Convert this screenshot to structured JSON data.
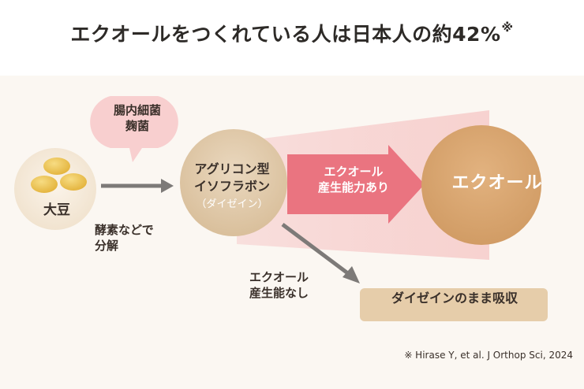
{
  "title": {
    "text": "エクオールをつくれている人は日本人の約42%",
    "mark": "※"
  },
  "nodes": {
    "soy": "大豆",
    "bacteria": [
      "腸内細菌",
      "麹菌"
    ],
    "enzyme": [
      "酵素などで",
      "分解"
    ],
    "isoflavone": [
      "アグリコン型",
      "イソフラボン"
    ],
    "isoflavone_sub": "（ダイゼイン）",
    "producer": [
      "エクオール",
      "産生能力あり"
    ],
    "equol": "エクオール",
    "nonproducer": [
      "エクオール",
      "産生能なし"
    ],
    "absorb": "ダイゼインのまま吸収"
  },
  "citation": "※  Hirase Y, et al. J Orthop Sci, 2024",
  "colors": {
    "panel": "#fbf7f2",
    "soy_circle": "#f5eadb",
    "bean": "#eec24a",
    "bacteria_bubble": "#f8cfcf",
    "isoflavone_circle": "#e2ccae",
    "producer_arrow": "#ea7480",
    "equol_circle": "#d9a772",
    "gray_arrow": "#7d7a78",
    "absorb_box": "#e6cdaa"
  }
}
